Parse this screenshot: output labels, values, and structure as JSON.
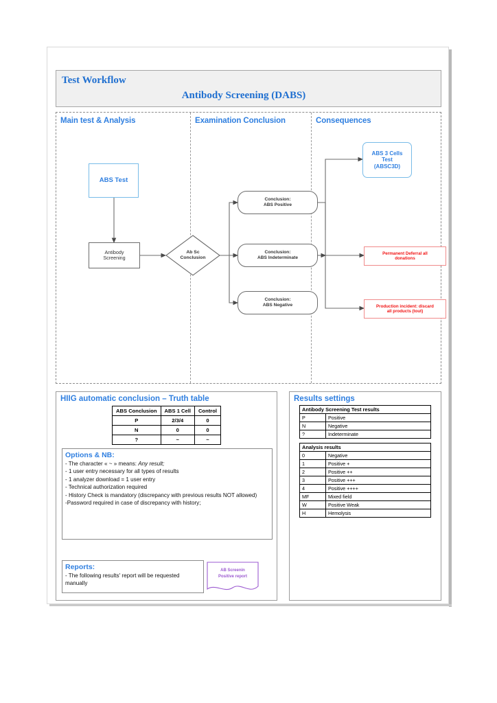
{
  "header": {
    "title": "Test Workflow",
    "subtitle": "Antibody Screening (DABS)"
  },
  "lanes": [
    {
      "label": "Main test & Analysis"
    },
    {
      "label": "Examination Conclusion"
    },
    {
      "label": "Consequences"
    }
  ],
  "flow": {
    "abs_test": "ABS Test",
    "antibody_screening": "Antibody\nScreening",
    "ab_sc_conclusion": "Ab Sc\nConclusion",
    "conclusion_positive": "Conclusion:\nABS Positive",
    "conclusion_indeterminate": "Conclusion:\nABS Indeterminate",
    "conclusion_negative": "Conclusion:\nABS Negative",
    "abs_3_cells": "ABS 3 Cells\nTest\n(ABSC3D)",
    "permanent_deferral": "Permanent Deferral all\ndonations",
    "production_incident": "Production incident: discard\nall products (tout)"
  },
  "truth_panel": {
    "title": "HIIG automatic conclusion – Truth table",
    "table": {
      "columns": [
        "ABS Conclusion",
        "ABS 1 Cell",
        "Control"
      ],
      "rows": [
        [
          "P",
          "2/3/4",
          "0"
        ],
        [
          "N",
          "0",
          "0"
        ],
        [
          "?",
          "~",
          "~"
        ]
      ]
    },
    "options": {
      "title": "Options & NB:",
      "lines": [
        "- The character « ~ » means: Any result;",
        "- 1 user entry necessary for all types of results",
        "- 1 analyzer download = 1 user entry",
        "- Technical authorization required",
        "- History Check is mandatory (discrepancy with previous results NOT allowed)",
        "-Password required in case of discrepancy with history;"
      ],
      "italic_tail": "Any result;"
    },
    "reports": {
      "title": "Reports:",
      "line": "- The following results' report will be requested manually",
      "doc_label": "AB Screenin\nPositive report"
    }
  },
  "results_panel": {
    "title": "Results settings",
    "test_results": {
      "header": "Antibody Screening Test results",
      "rows": [
        [
          "P",
          "Positive"
        ],
        [
          "N",
          "Negative"
        ],
        [
          "?",
          "Indeterminate"
        ]
      ]
    },
    "analysis_results": {
      "header": "Analysis results",
      "rows": [
        [
          "0",
          "Negative"
        ],
        [
          "1",
          "Positive +"
        ],
        [
          "2",
          "Positive ++"
        ],
        [
          "3",
          "Positive +++"
        ],
        [
          "4",
          "Positive ++++"
        ],
        [
          "MF",
          "Mixed field"
        ],
        [
          "W",
          "Positive Weak"
        ],
        [
          "H",
          "Hemolysis"
        ]
      ]
    }
  },
  "colors": {
    "accent_blue": "#2f7fe0",
    "title_blue": "#1f6fd0",
    "danger_red": "#f11414",
    "teal": "#1a8a86",
    "purple": "#9b59d0"
  }
}
